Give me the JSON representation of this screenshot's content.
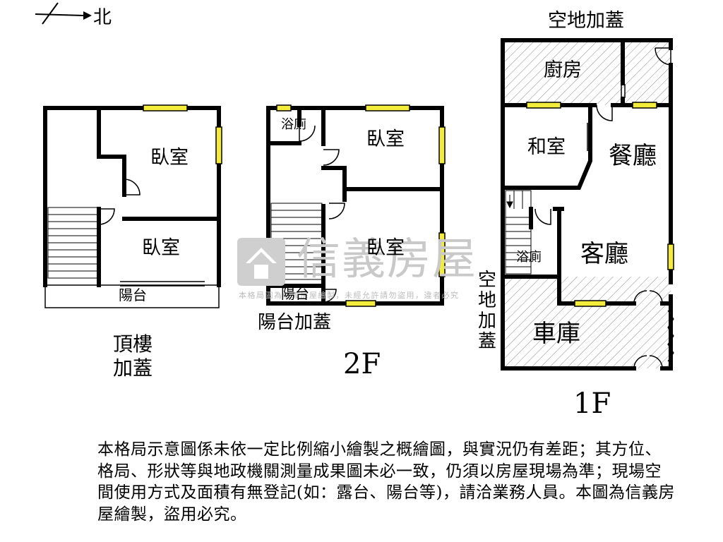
{
  "compass": {
    "north_label": "北"
  },
  "floors": {
    "roof": {
      "title_line1": "頂樓",
      "title_line2": "加蓋",
      "rooms": {
        "bedroom_upper": "臥室",
        "bedroom_lower": "臥室",
        "balcony": "陽台"
      }
    },
    "second": {
      "title": "2F",
      "rooms": {
        "bath": "浴廁",
        "bedroom_upper": "臥室",
        "bedroom_lower": "臥室",
        "balcony": "陽台",
        "balcony_addition": "陽台加蓋"
      }
    },
    "first": {
      "title": "1F",
      "top_addition": "空地加蓋",
      "side_addition_chars": [
        "空",
        "地",
        "加",
        "蓋"
      ],
      "rooms": {
        "kitchen": "廚房",
        "tatami": "和室",
        "dining": "餐廳",
        "bath": "浴廁",
        "living": "客廳",
        "garage": "車庫"
      }
    }
  },
  "watermark": {
    "brand": "信義房屋",
    "notice": "本格局圖為信義房屋繪製，未經允許請勿盜用，違者必究"
  },
  "disclaimer": "本格局示意圖係未依一定比例縮小繪製之概繪圖，與實況仍有差距；其方位、格局、形狀等與地政機關測量成果圖未必一致，仍須以房屋現場為準；現場空間使用方式及面積有無登記(如：露台、陽台等)，請洽業務人員。本圖為信義房屋繪製，盜用必究。"
}
